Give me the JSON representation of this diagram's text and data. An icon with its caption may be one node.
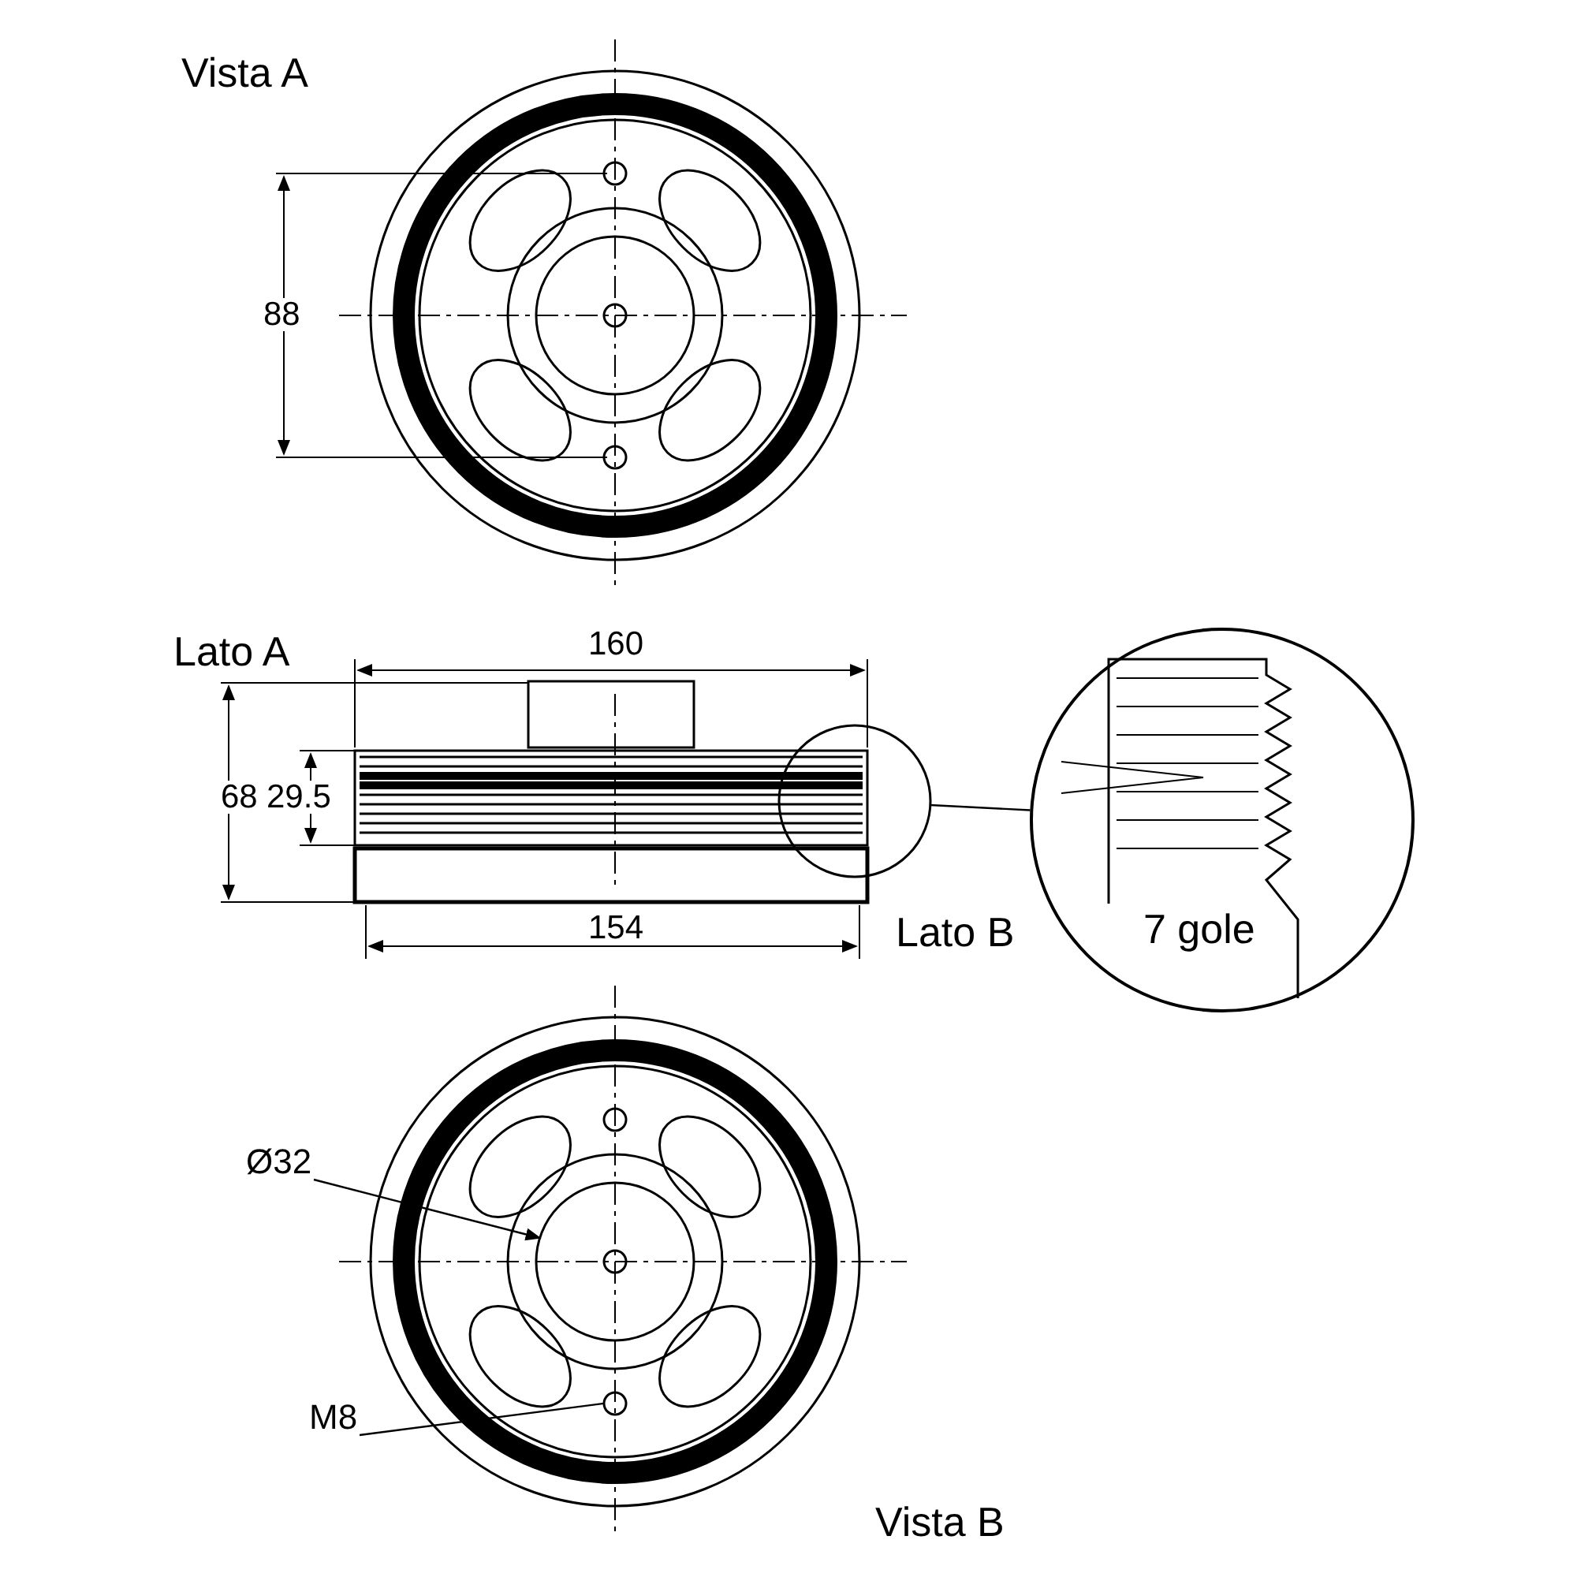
{
  "diagram": {
    "nodes": [
      {
        "text": [
          "Ø32"
        ]
      },
      {
        "text": [
          "M8"
        ]
      },
      {
        "text": [],
        "shape": "circle"
      },
      {
        "text": [
          "7 gole"
        ]
      },
      {
        "text": [],
        "shape": "circle"
      },
      {
        "text": [],
        "shape": "circle"
      }
    ],
    "edges": [
      {
        "from": 0,
        "to": 4,
        "arrow": "to"
      },
      {
        "from": 1,
        "to": 5,
        "arrow": "none"
      },
      {
        "from": 2,
        "to": 3,
        "arrow": "none"
      }
    ],
    "labels": [
      "Vista A",
      "88",
      "Lato A",
      "160",
      "68",
      "29.5",
      "154",
      "Lato B",
      "Vista B"
    ]
  }
}
